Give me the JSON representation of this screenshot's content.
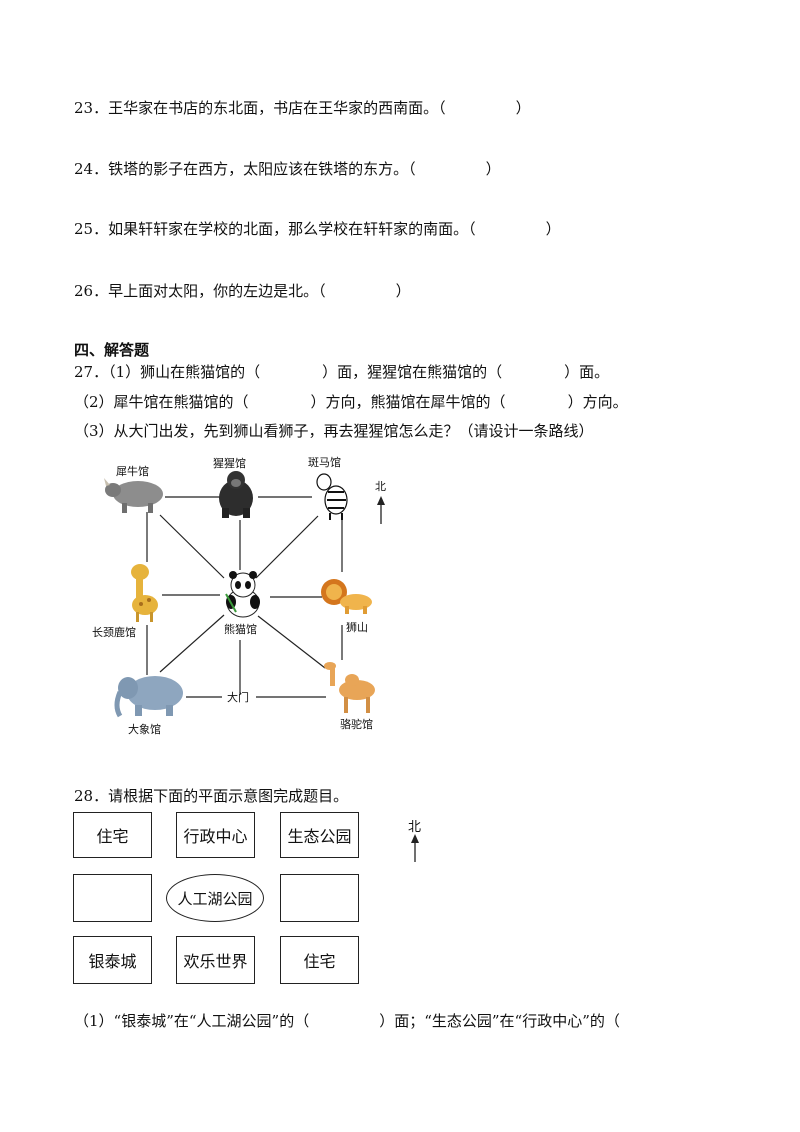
{
  "questions": {
    "q23": "23．王华家在书店的东北面，书店在王华家的西南面。（",
    "q23_close": "）",
    "q24": "24．铁塔的影子在西方，太阳应该在铁塔的东方。（",
    "q24_close": "）",
    "q25": "25．如果轩轩家在学校的北面，那么学校在轩轩家的南面。（",
    "q25_close": "）",
    "q26": "26．早上面对太阳，你的左边是北。（",
    "q26_close": "）"
  },
  "section": {
    "heading": "四、解答题"
  },
  "q27": {
    "p1_a": "27．（1）狮山在熊猫馆的（",
    "p1_b": "）面，猩猩馆在熊猫馆的（",
    "p1_c": "）面。",
    "p2_a": "（2）犀牛馆在熊猫馆的（",
    "p2_b": "）方向，熊猫馆在犀牛馆的（",
    "p2_c": "）方向。",
    "p3": "（3）从大门出发，先到狮山看狮子，再去猩猩馆怎么走？（请设计一条路线）"
  },
  "zoo": {
    "north": "北",
    "rhino": "犀牛馆",
    "gorilla": "猩猩馆",
    "zebra": "斑马馆",
    "giraffe": "长颈鹿馆",
    "panda": "熊猫馆",
    "lion": "狮山",
    "elephant": "大象馆",
    "gate": "大门",
    "camel": "骆驼馆"
  },
  "q28": {
    "prompt": "28．请根据下面的平面示意图完成题目。",
    "north": "北",
    "grid": {
      "r1c1": "住宅",
      "r1c2": "行政中心",
      "r1c3": "生态公园",
      "r2c1": "",
      "r2c2": "人工湖公园",
      "r2c3": "",
      "r3c1": "银泰城",
      "r3c2": "欢乐世界",
      "r3c3": "住宅"
    },
    "p1_a": "（1）“银泰城”在“人工湖公园”的（",
    "p1_b": "）面；“生态公园”在“行政中心”的（"
  }
}
